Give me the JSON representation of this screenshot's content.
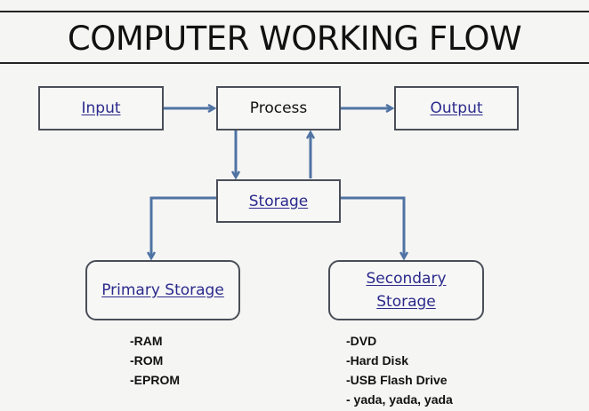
{
  "title": "COMPUTER WORKING FLOW",
  "colors": {
    "arrow": "#4f73a3",
    "box_border": "#4a4e58",
    "link_text": "#2b2a8c"
  },
  "nodes": {
    "input": "Input",
    "process": "Process",
    "output": "Output",
    "storage": "Storage",
    "primary_storage": "Primary Storage",
    "secondary_storage_line1": "Secondary",
    "secondary_storage_line2": "Storage"
  },
  "primary_list": [
    "-RAM",
    "-ROM",
    "-EPROM"
  ],
  "secondary_list": [
    "-DVD",
    "-Hard Disk",
    "-USB Flash Drive",
    "- yada, yada, yada"
  ]
}
